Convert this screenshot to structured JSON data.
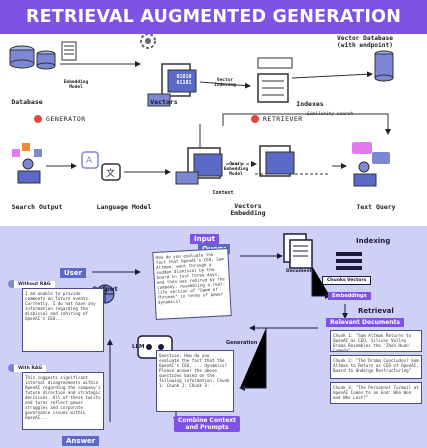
{
  "title": "RETRIEVAL AUGMENTED GENERATION (RAG)",
  "top": {
    "vector_database_label": "Vector Database\n(with endpoint)",
    "database_label": "Database",
    "vectors_label": "Vectors",
    "indexes_label": "Indexes",
    "embedding_label": "Embedding\nModel",
    "vector_indexing_label": "Vector\nIndexing",
    "similarity_search_label": "Similarity search",
    "binary": "01010\n01101",
    "generator_label": "GENERATOR",
    "retriever_label": "RETRIEVER",
    "query_embedding_label": "Query\nEmbedding\nModel",
    "context_label": "Context",
    "search_output_label": "Search Output",
    "language_model_label": "Language Model",
    "vectors_embedding_label": "Vectors\nEmbedding",
    "text_query_label": "Text Query"
  },
  "bottom": {
    "input_label": "Input",
    "query_label": "Query",
    "indexing_label": "Indexing",
    "user_label": "User",
    "output_label": "Output",
    "documents_label": "Documents",
    "chunks_vectors_label": "Chunks Vectors",
    "embeddings_label": "Embeddings",
    "retrieval_label": "Retrieval",
    "relevant_documents_label": "Relevant Documents",
    "without_rag_label": "Without RAG",
    "with_rag_label": "With RAG",
    "llm_label": "LLM",
    "generation_label": "Generation",
    "combine_label": "Combine Context\nand Prompts",
    "answer_label": "Answer",
    "question_text": "How do you evaluate the fact that OpenAI's CEO, Sam Altman, went through a sudden dismissal by the board in just three days, and then was rehired by the company, resembling a real-life version of \"Game of Thrones\" in terms of power dynamics?",
    "without_rag_text": "I am unable to provide comments on future events. Currently, I do not have any information regarding the dismissal and rehiring of OpenAI's CEO...",
    "with_rag_text": "This suggests significant internal disagreements within OpenAI regarding the company's future direction and strategic decisions. All of these twists and turns reflect power struggles and corporate governance issues within OpenAI...",
    "prompt_text": "Question: How do you evaluate the fact that the OpenAI's CEO, ... dynamics? Please answer the above questions based on the following information: Chunk 1: Chunk 2: Chunk 3:",
    "chunk1_text": "Chunk 1: \"Sam Altman Returns to OpenAI as CEO, Silicon Valley Drama Resembles the 'Zhen Huan' Comedy\"",
    "chunk2_text": "Chunk 2: \"The Drama Concludes? Sam Altman to Return as CEO of OpenAI, Board to Undergo Restructuring\"",
    "chunk3_text": "Chunk 3: \"The Personnel Turmoil at OpenAI Comes to an End: Who Won and Who Lost?\""
  },
  "colors": {
    "accent": "#7f52e6",
    "lower_bg": "#cfd0f5",
    "box_fill": "#7c88d4",
    "pink": "#e27bf0",
    "orange": "#f28a3a",
    "red": "#e8453c"
  }
}
